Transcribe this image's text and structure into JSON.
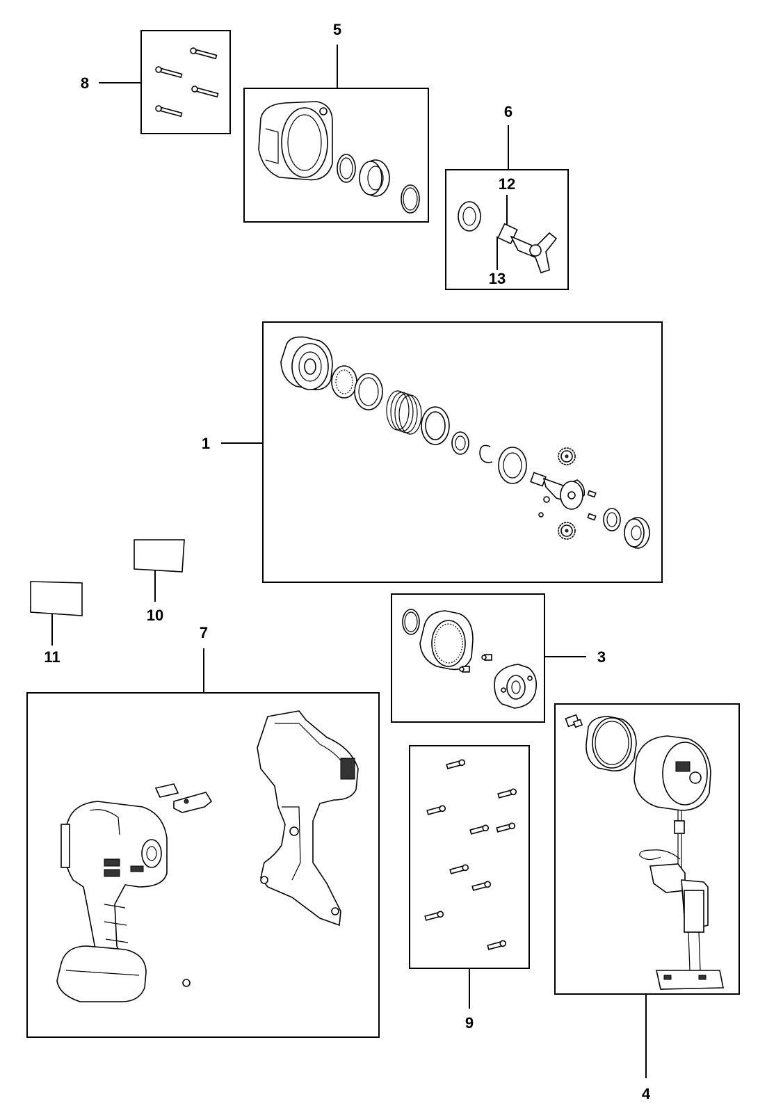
{
  "diagram": {
    "callouts": [
      {
        "id": "1",
        "text": "1"
      },
      {
        "id": "3",
        "text": "3"
      },
      {
        "id": "4",
        "text": "4"
      },
      {
        "id": "5",
        "text": "5"
      },
      {
        "id": "6",
        "text": "6"
      },
      {
        "id": "7",
        "text": "7"
      },
      {
        "id": "8",
        "text": "8"
      },
      {
        "id": "9",
        "text": "9"
      },
      {
        "id": "10",
        "text": "10"
      },
      {
        "id": "11",
        "text": "11"
      },
      {
        "id": "12",
        "text": "12"
      },
      {
        "id": "13",
        "text": "13"
      }
    ]
  }
}
